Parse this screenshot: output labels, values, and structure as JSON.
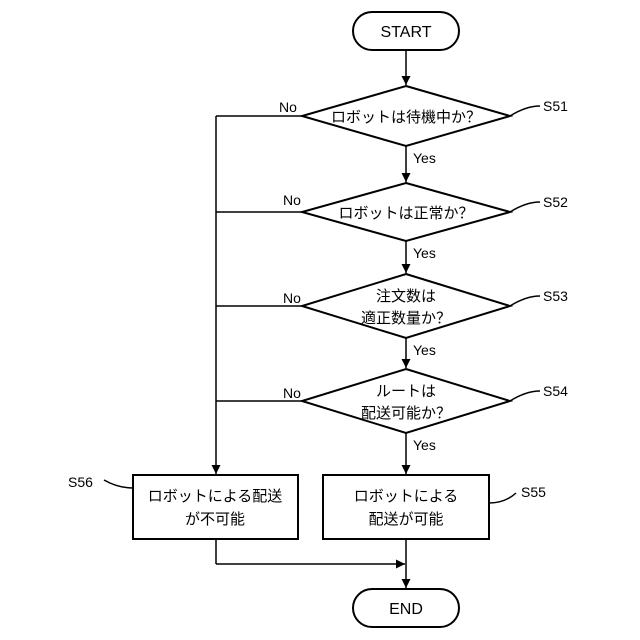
{
  "flowchart": {
    "start": "START",
    "end": "END",
    "s51": {
      "step": "S51",
      "lines": [
        "ロボットは待機中か？"
      ]
    },
    "s52": {
      "step": "S52",
      "lines": [
        "ロボットは正常か？"
      ]
    },
    "s53": {
      "step": "S53",
      "lines": [
        "注文数は",
        "適正数量か？"
      ]
    },
    "s54": {
      "step": "S54",
      "lines": [
        "ルートは",
        "配送可能か？"
      ]
    },
    "s55": {
      "step": "S55",
      "lines": [
        "ロボットによる",
        "配送が可能"
      ]
    },
    "s56": {
      "step": "S56",
      "lines": [
        "ロボットによる配送",
        "が不可能"
      ]
    },
    "yes_label": "Yes",
    "no_label": "No"
  }
}
